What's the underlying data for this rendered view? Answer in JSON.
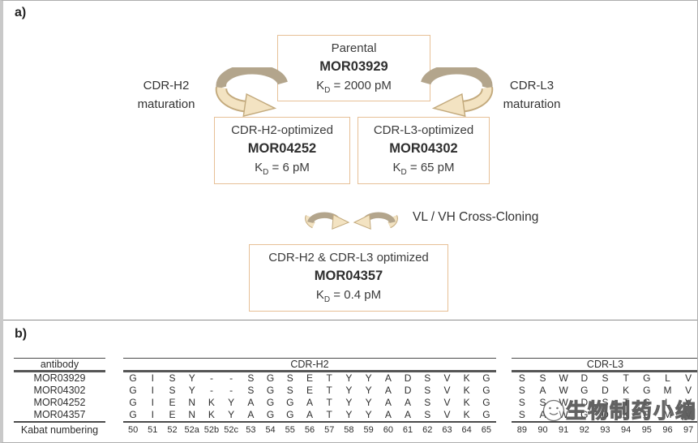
{
  "figure": {
    "panel_a_label": "a)",
    "panel_b_label": "b)"
  },
  "flowchart": {
    "parental": {
      "title": "Parental",
      "name": "MOR03929",
      "kd_k": "K",
      "kd_d": "D",
      "kd_rest": " = 2000 pM"
    },
    "h2_optimized": {
      "title": "CDR-H2-optimized",
      "name": "MOR04252",
      "kd_k": "K",
      "kd_d": "D",
      "kd_rest": " = 6 pM"
    },
    "l3_optimized": {
      "title": "CDR-L3-optimized",
      "name": "MOR04302",
      "kd_k": "K",
      "kd_d": "D",
      "kd_rest": " = 65 pM"
    },
    "final": {
      "title": "CDR-H2 & CDR-L3 optimized",
      "name": "MOR04357",
      "kd_k": "K",
      "kd_d": "D",
      "kd_rest": " = 0.4 pM"
    },
    "left_label_line1": "CDR-H2",
    "left_label_line2": "maturation",
    "right_label_line1": "CDR-L3",
    "right_label_line2": "maturation",
    "cross_cloning_label": "VL / VH Cross-Cloning"
  },
  "alignment_table": {
    "antibody_header": "antibody",
    "cdrh2_header": "CDR-H2",
    "cdrl3_header": "CDR-L3",
    "kabat_label": "Kabat numbering",
    "rows": [
      {
        "antibody": "MOR03929",
        "cdrh2": [
          "G",
          "I",
          "S",
          "Y",
          "-",
          "-",
          "S",
          "G",
          "S",
          "E",
          "T",
          "Y",
          "Y",
          "A",
          "D",
          "S",
          "V",
          "K",
          "G"
        ],
        "cdrl3": [
          "S",
          "S",
          "W",
          "D",
          "S",
          "T",
          "G",
          "L",
          "V"
        ]
      },
      {
        "antibody": "MOR04302",
        "cdrh2": [
          "G",
          "I",
          "S",
          "Y",
          "-",
          "-",
          "S",
          "G",
          "S",
          "E",
          "T",
          "Y",
          "Y",
          "A",
          "D",
          "S",
          "V",
          "K",
          "G"
        ],
        "cdrl3": [
          "S",
          "A",
          "W",
          "G",
          "D",
          "K",
          "G",
          "M",
          "V"
        ]
      },
      {
        "antibody": "MOR04252",
        "cdrh2": [
          "G",
          "I",
          "E",
          "N",
          "K",
          "Y",
          "A",
          "G",
          "G",
          "A",
          "T",
          "Y",
          "Y",
          "A",
          "A",
          "S",
          "V",
          "K",
          "G"
        ],
        "cdrl3": [
          "S",
          "S",
          "W",
          "D",
          "S",
          "T",
          "G",
          "L",
          "V"
        ]
      },
      {
        "antibody": "MOR04357",
        "cdrh2": [
          "G",
          "I",
          "E",
          "N",
          "K",
          "Y",
          "A",
          "G",
          "G",
          "A",
          "T",
          "Y",
          "Y",
          "A",
          "A",
          "S",
          "V",
          "K",
          "G"
        ],
        "cdrl3": [
          "S",
          "A",
          "W",
          "G",
          "D",
          "K",
          "G",
          "M",
          "V"
        ]
      }
    ],
    "kabat_cdrh2": [
      "50",
      "51",
      "52",
      "52a",
      "52b",
      "52c",
      "53",
      "54",
      "55",
      "56",
      "57",
      "58",
      "59",
      "60",
      "61",
      "62",
      "63",
      "64",
      "65"
    ],
    "kabat_cdrl3": [
      "89",
      "90",
      "91",
      "92",
      "93",
      "94",
      "95",
      "96",
      "97"
    ]
  },
  "watermark": {
    "text": "生物制药小编"
  },
  "colors": {
    "box_border": "#e7c096",
    "arrow_dark": "#b3a58c",
    "arrow_light": "#f3e3c2",
    "arrow_outline": "#c3aa7d",
    "table_rule": "#4a4a4a"
  }
}
